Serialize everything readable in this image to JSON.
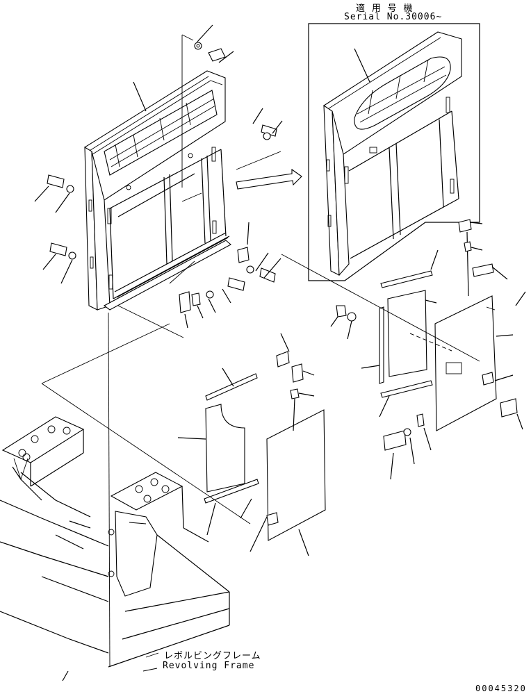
{
  "inset": {
    "heading_jp": "適 用 号 機",
    "serial": "Serial No.30006~"
  },
  "frame_label": {
    "jp": "レボルビングフレーム",
    "en": "Revolving Frame"
  },
  "drawing_number": "00045320"
}
